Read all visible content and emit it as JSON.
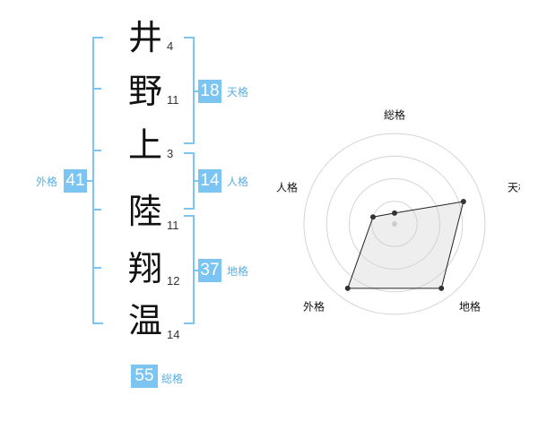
{
  "name_chars": [
    {
      "char": "井",
      "strokes": "4"
    },
    {
      "char": "野",
      "strokes": "11"
    },
    {
      "char": "上",
      "strokes": "3"
    },
    {
      "char": "陸",
      "strokes": "11"
    },
    {
      "char": "翔",
      "strokes": "12"
    },
    {
      "char": "温",
      "strokes": "14"
    }
  ],
  "scores": {
    "tenkaku": {
      "value": "18",
      "label": "天格"
    },
    "jinkaku": {
      "value": "14",
      "label": "人格"
    },
    "chikaku": {
      "value": "37",
      "label": "地格"
    },
    "gaikaku": {
      "value": "41",
      "label": "外格"
    },
    "soukaku": {
      "value": "55",
      "label": "総格"
    }
  },
  "colors": {
    "accent": "#7cc4f1",
    "label": "#5aaee4"
  },
  "chart_data": {
    "type": "radar",
    "axes": [
      "総格",
      "天格",
      "地格",
      "外格",
      "人格"
    ],
    "values": [
      0.12,
      0.8,
      0.88,
      0.88,
      0.25
    ],
    "range": [
      0,
      1
    ],
    "rings": 4
  }
}
